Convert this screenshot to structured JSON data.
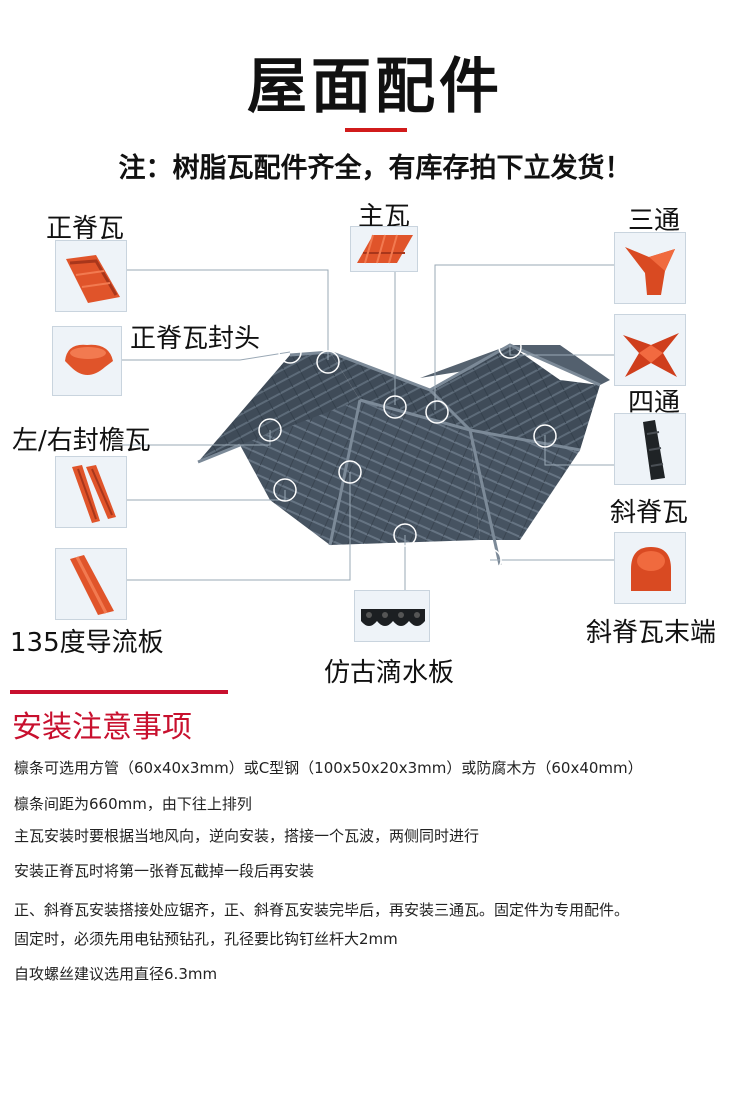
{
  "header": {
    "title": "屋面配件",
    "notice": "注：树脂瓦配件齐全，有库存拍下立发货！"
  },
  "parts": {
    "ridge_tile": "正脊瓦",
    "main_tile": "主瓦",
    "three_way": "三通",
    "ridge_end_cap": "正脊瓦封头",
    "four_way": "四通",
    "left_right_eave": "左/右封檐瓦",
    "hip_ridge_tile": "斜脊瓦",
    "flow_board": "135度导流板",
    "hip_ridge_end": "斜脊瓦末端",
    "drip_board": "仿古滴水板"
  },
  "colors": {
    "accent": "#c8102e",
    "tile_orange": "#e0542a",
    "roof_slate": "#3f4b58"
  },
  "install": {
    "heading": "安装注意事项",
    "notes": [
      "檩条可选用方管（60x40x3mm）或C型钢（100x50x20x3mm）或防腐木方（60x40mm）",
      "檩条间距为660mm，由下往上排列",
      "主瓦安装时要根据当地风向，逆向安装，搭接一个瓦波，两侧同时进行",
      "安装正脊瓦时将第一张脊瓦截掉一段后再安装",
      "正、斜脊瓦安装搭接处应锯齐，正、斜脊瓦安装完毕后，再安装三通瓦。固定件为专用配件。",
      "固定时，必须先用电钻预钻孔，孔径要比钩钉丝杆大2mm",
      "自攻螺丝建议选用直径6.3mm"
    ]
  }
}
